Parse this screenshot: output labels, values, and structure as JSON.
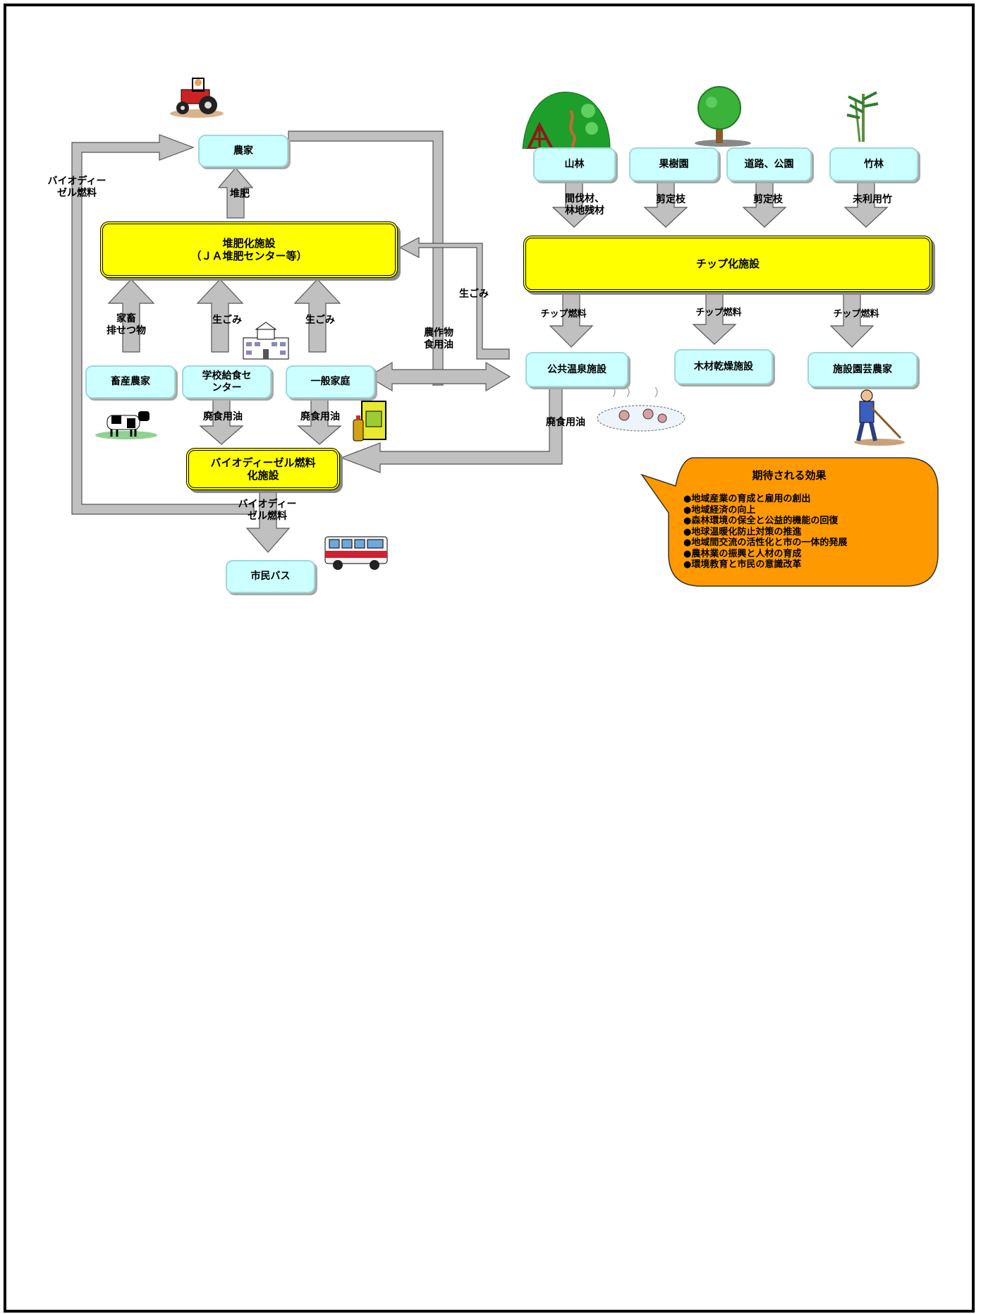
{
  "nodes": {
    "nouka": "農家",
    "taihi_shisetsu": "堆肥化施設\n（ＪＡ堆肥センター等）",
    "chikusan_nouka": "畜産農家",
    "gakkou_kyushoku": "学校給食セ\nンター",
    "ippan_katei": "一般家庭",
    "bdf_shisetsu": "バイオディーゼル燃料\n化施設",
    "shimin_bus": "市民バス",
    "sanrin": "山林",
    "kajuen": "果樹園",
    "douro_kouen": "道路、公園",
    "chikurin": "竹林",
    "chip_shisetsu": "チップ化施設",
    "koukyou_onsen": "公共温泉施設",
    "mokuzai_kansou": "木材乾燥施設",
    "shisetsu_engei": "施設園芸農家"
  },
  "labels": {
    "bdf_left": "バイオディー\nゼル燃料",
    "taihi": "堆肥",
    "kachiku_haisetsubutsu": "家畜\n排せつ物",
    "namagomi_1": "生ごみ",
    "namagomi_2": "生ごみ",
    "namagomi_3": "生ごみ",
    "haishokuyouyu_1": "廃食用油",
    "haishokuyouyu_2": "廃食用油",
    "haishokuyouyu_3": "廃食用油",
    "bdf_bottom": "バイオディー\nゼル燃料",
    "nousakubutsu": "農作物\n食用油",
    "kanbatsuzai": "間伐材、\n林地残材",
    "senteishi_1": "剪定枝",
    "senteishi_2": "剪定枝",
    "miriyouchiku": "未利用竹",
    "chip_nenryou_1": "チップ燃料",
    "chip_nenryou_2": "チップ燃料",
    "chip_nenryou_3": "チップ燃料"
  },
  "effects": {
    "title": "期待される効果",
    "items": [
      "●地域産業の育成と雇用の創出",
      "●地域経済の向上",
      "●森林環境の保全と公益的機能の回復",
      "●地球温暖化防止対策の推進",
      "●地域間交流の活性化と市の一体的発展",
      "●農林業の振興と人材の育成",
      "●環境教育と市民の意識改革"
    ]
  },
  "colors": {
    "node_fill": "#ccffff",
    "facility_fill": "#ffff00",
    "arrow_fill": "#c0c0c0",
    "bubble_fill": "#ff9900"
  },
  "icons": [
    "tractor-icon",
    "forest-hut-icon",
    "tree-icon",
    "bamboo-icon",
    "school-building-icon",
    "cow-icon",
    "oil-can-icon",
    "hot-spring-icon",
    "gardener-icon",
    "bus-icon"
  ]
}
